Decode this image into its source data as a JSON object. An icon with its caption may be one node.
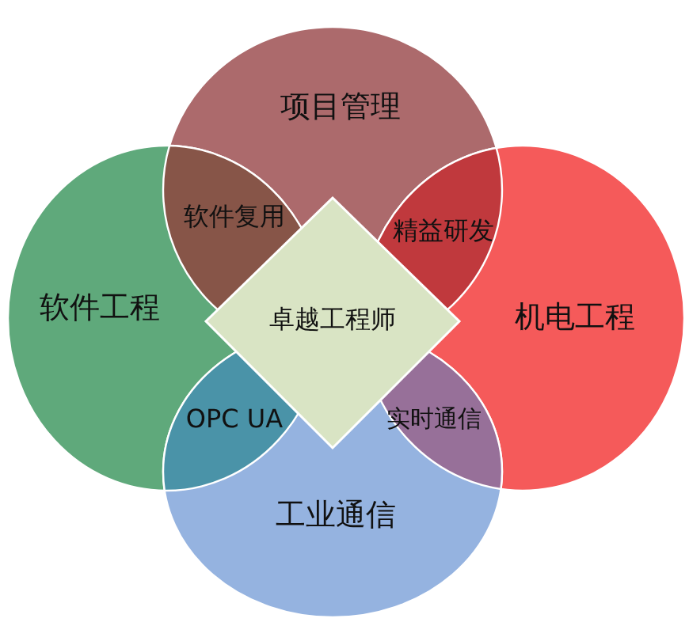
{
  "diagram": {
    "nodes": [
      {
        "text": [
          "项目管理"
        ]
      },
      {
        "text": [
          "软件复用"
        ]
      },
      {
        "text": [
          "精益研发"
        ]
      },
      {
        "text": [
          "软件工程"
        ]
      },
      {
        "text": [
          "卓越工程师"
        ]
      },
      {
        "text": [
          "机电工程"
        ]
      },
      {
        "text": [
          "OPC UA"
        ]
      },
      {
        "text": [
          "实时通信"
        ]
      },
      {
        "text": [
          "工业通信"
        ]
      }
    ]
  }
}
